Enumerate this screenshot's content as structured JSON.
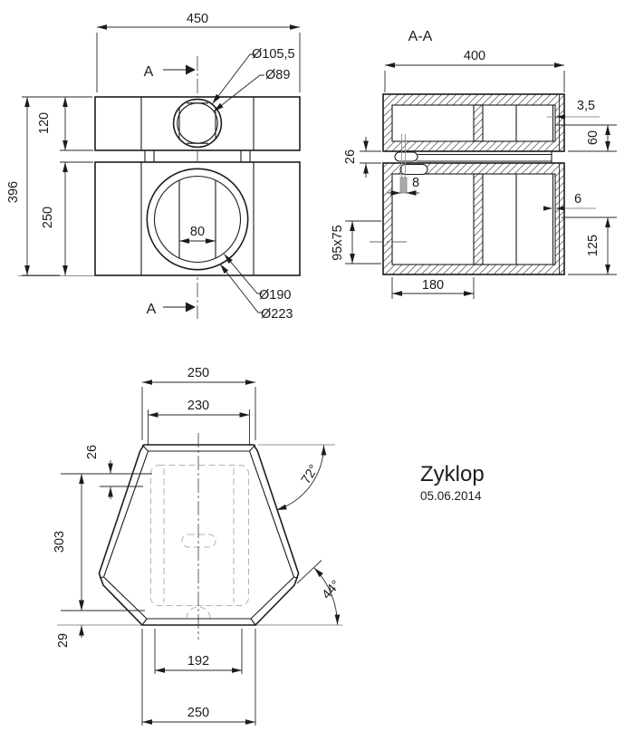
{
  "drawing": {
    "title": "Zyklop",
    "date": "05.06.2014",
    "colors": {
      "line": "#1c1c1c",
      "background": "#ffffff",
      "aux_gray": "#909090",
      "hidden_dash": "#b3b3b3"
    },
    "front_view": {
      "section_label_top": "A",
      "section_label_bottom": "A",
      "dim_overall_width": "450",
      "dim_overall_height": "396",
      "dim_upper_height": "120",
      "dim_lower_height": "250",
      "dim_slot_width": "80",
      "dim_top_hole_outer": "Ø105,5",
      "dim_top_hole_inner": "Ø89",
      "dim_bottom_hole_inner": "Ø190",
      "dim_bottom_hole_outer": "Ø223"
    },
    "section_view": {
      "label": "A-A",
      "dim_width": "400",
      "dim_plate_thickness_top": "3,5",
      "dim_height_right_top": "60",
      "dim_gap": "26",
      "dim_pin_width": "8",
      "dim_plate_thickness_bottom": "6",
      "dim_opening": "95x75",
      "dim_height_right_bottom": "125",
      "dim_inner_width": "180"
    },
    "bottom_view": {
      "dim_top_width": "250",
      "dim_top_inner_width": "230",
      "dim_rim_top": "26",
      "dim_side_height": "303",
      "dim_rim_bottom": "29",
      "dim_bottom_inner_width": "192",
      "dim_bottom_width": "250",
      "dim_angle_side": "72°",
      "dim_angle_corner": "44°"
    }
  }
}
